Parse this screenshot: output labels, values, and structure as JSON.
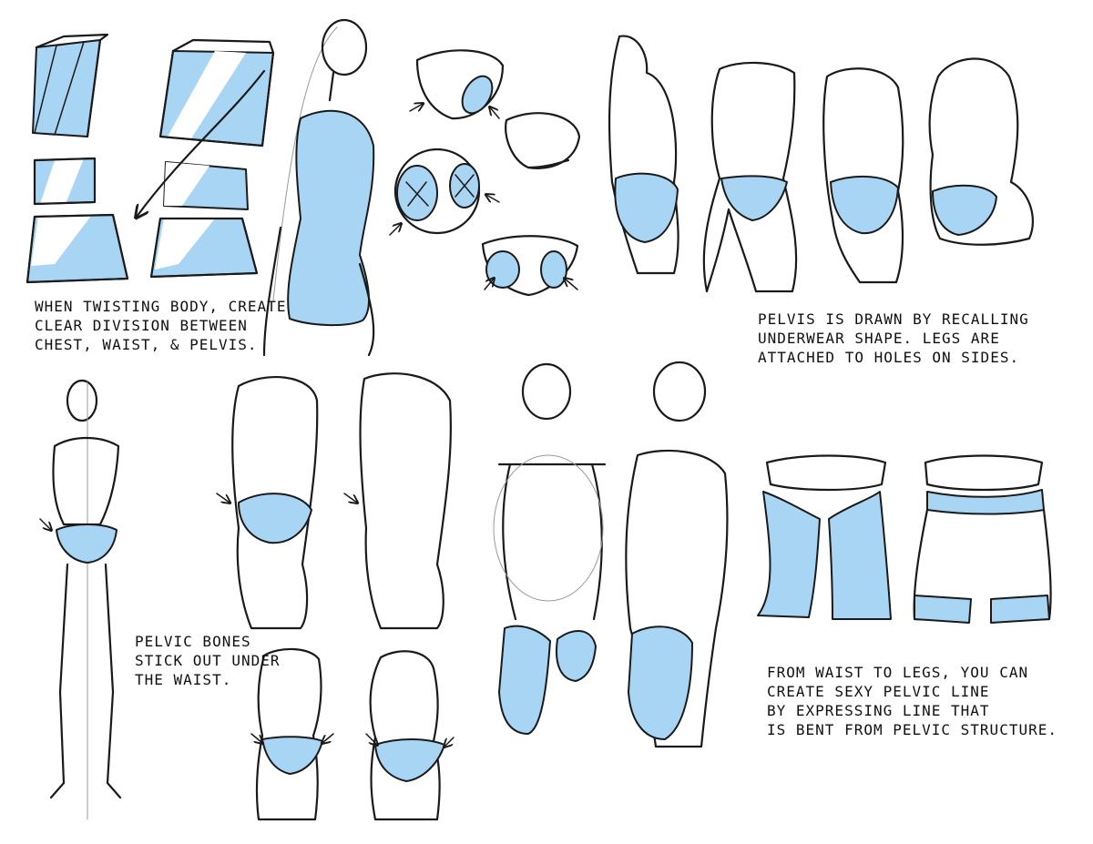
{
  "colors": {
    "accent": "#a9d5f5",
    "ink": "#1a1a1a",
    "guide": "#9a9a9a",
    "background": "#ffffff"
  },
  "notes": {
    "twist": [
      "WHEN TWISTING BODY, CREATE",
      "CLEAR DIVISION BETWEEN",
      "CHEST, WAIST, & PELVIS."
    ],
    "pelvis": [
      "PELVIS IS DRAWN BY RECALLING",
      "UNDERWEAR SHAPE. LEGS ARE",
      "ATTACHED TO HOLES ON SIDES."
    ],
    "bones": [
      "PELVIC BONES",
      "STICK OUT UNDER",
      "THE WAIST."
    ],
    "line": [
      "FROM WAIST TO LEGS, YOU CAN",
      "CREATE SEXY PELVIC LINE",
      "BY EXPRESSING LINE THAT",
      "IS BENT FROM PELVIC STRUCTURE."
    ]
  }
}
